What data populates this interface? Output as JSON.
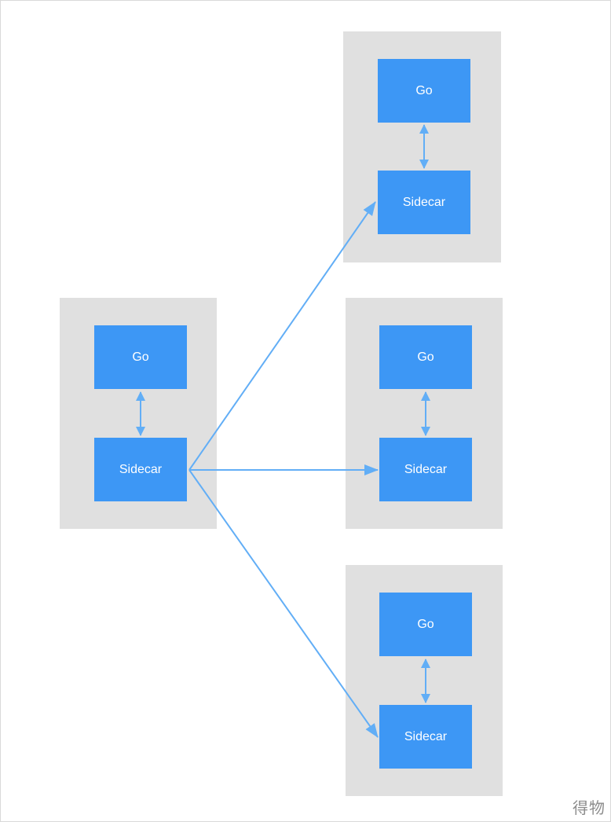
{
  "diagram": {
    "edge_color": "#62aef6",
    "node_color": "#3d97f5",
    "pod_color": "#e0e0e0",
    "pods": [
      {
        "id": "source",
        "app_label": "Go",
        "sidecar_label": "Sidecar"
      },
      {
        "id": "target-top",
        "app_label": "Go",
        "sidecar_label": "Sidecar"
      },
      {
        "id": "target-middle",
        "app_label": "Go",
        "sidecar_label": "Sidecar"
      },
      {
        "id": "target-bottom",
        "app_label": "Go",
        "sidecar_label": "Sidecar"
      }
    ],
    "edges": [
      {
        "from": "source.sidecar",
        "to": "target-top.sidecar",
        "direction": "forward"
      },
      {
        "from": "source.sidecar",
        "to": "target-middle.sidecar",
        "direction": "forward"
      },
      {
        "from": "source.sidecar",
        "to": "target-bottom.sidecar",
        "direction": "forward"
      },
      {
        "from": "source.app",
        "to": "source.sidecar",
        "direction": "both"
      },
      {
        "from": "target-top.app",
        "to": "target-top.sidecar",
        "direction": "both"
      },
      {
        "from": "target-middle.app",
        "to": "target-middle.sidecar",
        "direction": "both"
      },
      {
        "from": "target-bottom.app",
        "to": "target-bottom.sidecar",
        "direction": "both"
      }
    ]
  },
  "watermark": "得物"
}
